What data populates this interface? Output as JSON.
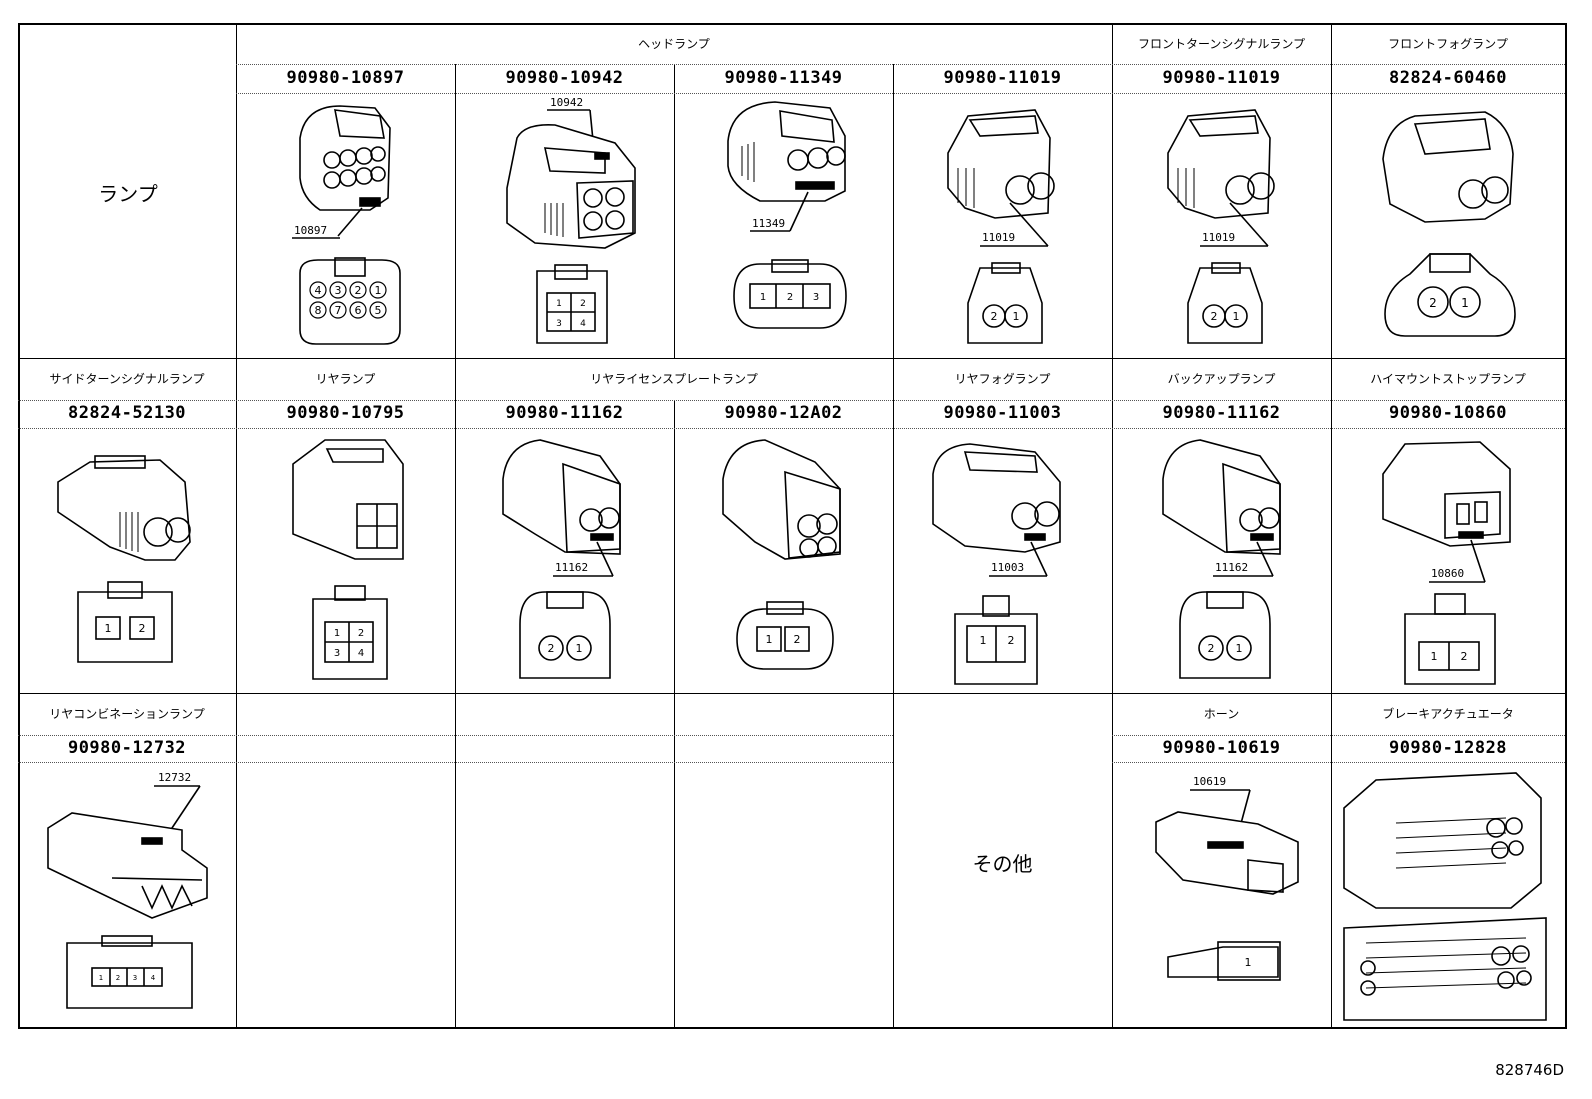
{
  "left_label_row1": "ランプ",
  "other_label": "その他",
  "figure_ref": "828746D",
  "row1": {
    "headlamp_category": "ヘッドランプ",
    "front_turn_category": "フロントターンシグナルランプ",
    "front_fog_category": "フロントフォグランプ",
    "parts": [
      "90980-10897",
      "90980-10942",
      "90980-11349",
      "90980-11019",
      "90980-11019",
      "82824-60460"
    ],
    "tags": [
      "10897",
      "10942",
      "11349",
      "11019",
      "11019",
      ""
    ]
  },
  "row2": {
    "categories": [
      "サイドターンシグナルランプ",
      "リヤランプ",
      "リヤライセンスプレートランプ",
      "リヤフォグランプ",
      "バックアップランプ",
      "ハイマウントストップランプ"
    ],
    "parts": [
      "82824-52130",
      "90980-10795",
      "90980-11162",
      "90980-12A02",
      "90980-11003",
      "90980-11162",
      "90980-10860"
    ],
    "tags": [
      "11162",
      "11003",
      "11162",
      "10860"
    ]
  },
  "row3": {
    "categories": [
      "リヤコンビネーションランプ",
      "ホーン",
      "ブレーキアクチュエータ"
    ],
    "parts": [
      "90980-12732",
      "90980-10619",
      "90980-12828"
    ],
    "tags": [
      "12732",
      "10619"
    ]
  },
  "pin_labels": {
    "c10897_top": [
      "4",
      "3",
      "2",
      "1"
    ],
    "c10897_bot": [
      "8",
      "7",
      "6",
      "5"
    ],
    "c10942": [
      "1",
      "2",
      "3",
      "4"
    ],
    "c11349": [
      "1",
      "2",
      "3"
    ],
    "two_pin_rev": [
      "2",
      "1"
    ],
    "two_pin": [
      "1",
      "2"
    ],
    "four_pin": [
      "1",
      "2",
      "3",
      "4"
    ],
    "one_pin": [
      "1"
    ]
  }
}
